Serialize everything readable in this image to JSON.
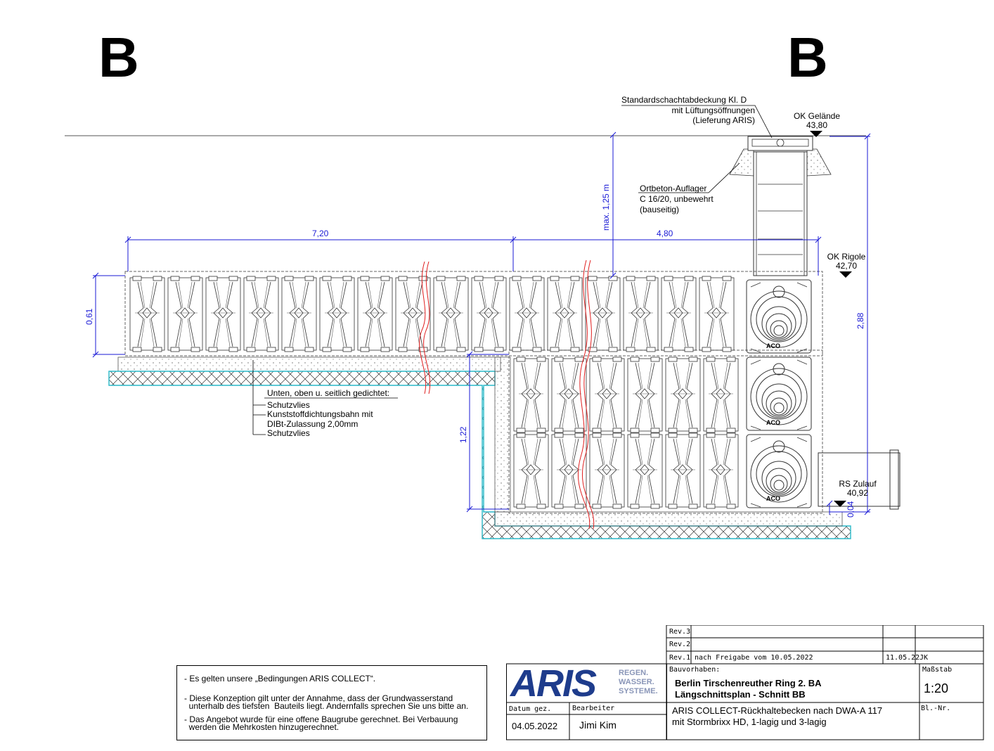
{
  "section_marks": {
    "left": "B",
    "right": "B"
  },
  "annotations": {
    "cover": [
      "Standardschachtabdeckung Kl. D",
      "mit Lüftungsöffnungen",
      "(Lieferung ARIS)"
    ],
    "ok_gelaende": {
      "label": "OK Gelände",
      "value": "43,80"
    },
    "ortbeton": [
      "Ortbeton-Auflager",
      "C 16/20, unbewehrt",
      "(bauseitig)"
    ],
    "ok_rigole": {
      "label": "OK Rigole",
      "value": "42,70"
    },
    "rs_zulauf": {
      "label": "RS Zulauf",
      "value": "40,92"
    },
    "sealing_title": "Unten, oben u. seitlich gedichtet:",
    "sealing_items": [
      "Schutzvlies",
      "Kunststoffdichtungsbahn mit",
      "DIBt-Zulassung 2,00mm",
      "Schutzvlies"
    ],
    "module_mark": "ACO"
  },
  "dimensions": {
    "d720": "7,20",
    "d480": "4,80",
    "max125": "max. 1,25 m",
    "d061": "0,61",
    "d122": "1,22",
    "d288": "2,88",
    "d004": "0,04"
  },
  "notes": [
    "- Es gelten unsere „Bedingungen ARIS COLLECT“.",
    "- Diese Konzeption gilt unter der Annahme, dass der Grundwasserstand",
    "  unterhalb des tiefsten  Bauteils liegt. Andernfalls sprechen Sie uns bitte an.",
    "- Das Angebot wurde für eine offene Baugrube gerechnet. Bei Verbauung",
    "  werden die Mehrkosten hinzugerechnet."
  ],
  "title_block": {
    "logo_text": "ARIS",
    "logo_tag": [
      "REGEN.",
      "WASSER.",
      "SYSTEME."
    ],
    "rev3": "Rev.3",
    "rev2": "Rev.2",
    "rev1": "Rev.1",
    "rev1_text": "nach Freigabe vom 10.05.2022",
    "rev1_date": "11.05.22",
    "rev1_by": "JK",
    "bauvorhaben_label": "Bauvorhaben:",
    "project_line1": "Berlin Tirschenreuther Ring 2. BA",
    "project_line2": "Längschnittsplan - Schnitt BB",
    "massstab_label": "Maßstab",
    "massstab": "1:20",
    "datum_label": "Datum gez.",
    "datum": "04.05.2022",
    "bearbeiter_label": "Bearbeiter",
    "bearbeiter": "Jimi Kim",
    "desc_line1": "ARIS COLLECT-Rückhaltebecken nach DWA-A 117",
    "desc_line2": "mit Stormbrixx HD, 1-lagig und 3-lagig",
    "blnr_label": "Bl.-Nr."
  },
  "colors": {
    "dimension": "#1a1ad6",
    "cut_line": "#e02020",
    "seal": "#28b8c8"
  }
}
